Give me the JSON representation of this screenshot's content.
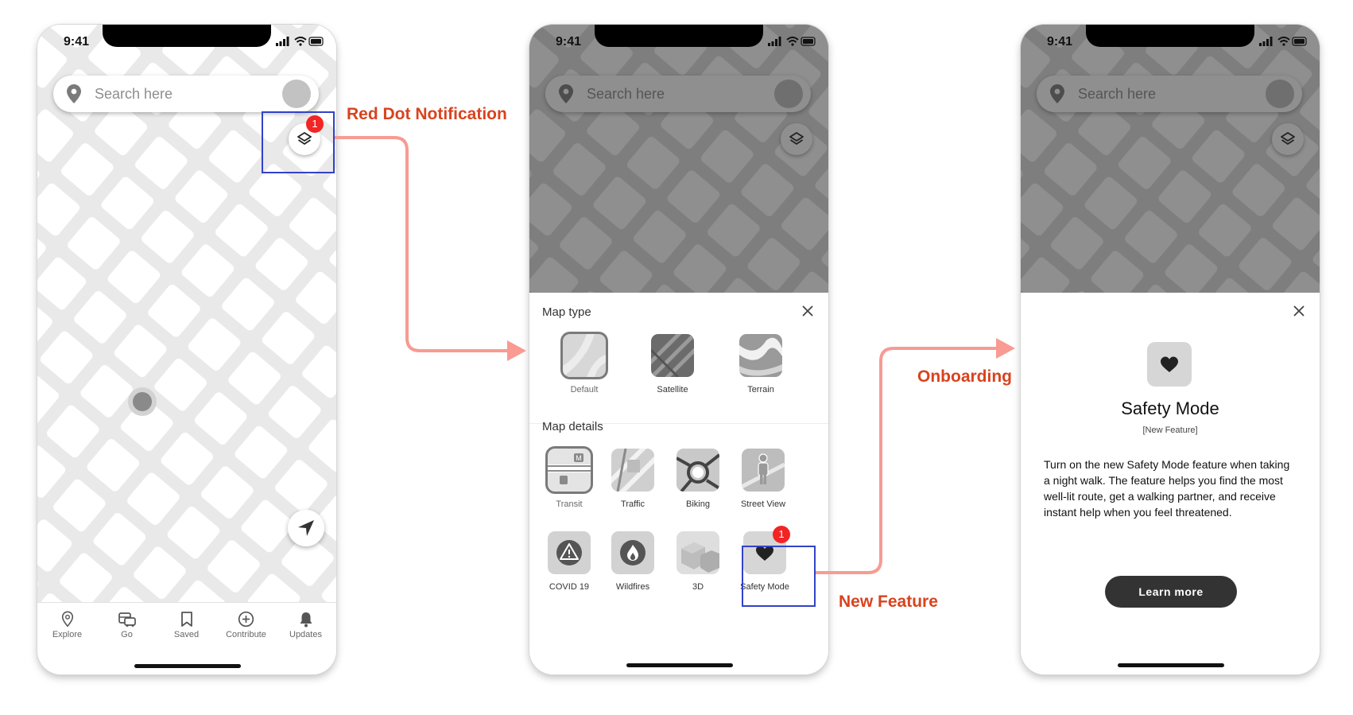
{
  "status_time": "9:41",
  "search": {
    "placeholder": "Search here"
  },
  "badge_count": "1",
  "tabs": [
    {
      "label": "Explore",
      "icon": "pin-icon"
    },
    {
      "label": "Go",
      "icon": "car-icon"
    },
    {
      "label": "Saved",
      "icon": "bookmark-icon"
    },
    {
      "label": "Contribute",
      "icon": "plus-circle-icon"
    },
    {
      "label": "Updates",
      "icon": "bell-icon"
    }
  ],
  "sheet": {
    "map_type_title": "Map type",
    "map_types": [
      {
        "label": "Default",
        "selected": true
      },
      {
        "label": "Satellite",
        "selected": false
      },
      {
        "label": "Terrain",
        "selected": false
      }
    ],
    "map_details_title": "Map details",
    "details_row1": [
      {
        "label": "Transit",
        "selected": true
      },
      {
        "label": "Traffic",
        "selected": false
      },
      {
        "label": "Biking",
        "selected": false
      },
      {
        "label": "Street View",
        "selected": false
      }
    ],
    "details_row2": [
      {
        "label": "COVID 19"
      },
      {
        "label": "Wildfires"
      },
      {
        "label": "3D"
      },
      {
        "label": "Safety Mode"
      }
    ]
  },
  "onboarding": {
    "title": "Safety Mode",
    "subtitle": "[New Feature]",
    "description": "Turn on the new Safety Mode feature when taking a night walk. The feature helps you find the most well-lit route, get a walking partner, and receive instant help when you feel threatened.",
    "button": "Learn more"
  },
  "annotations": {
    "red_dot": "Red Dot Notification",
    "new_feature": "New Feature",
    "onboarding": "Onboarding"
  },
  "colors": {
    "annotation": "#d9431e",
    "highlight": "#3242c8",
    "badge": "#f22424",
    "flow_arrow": "#f79b93",
    "dim_overlay": "#8f8f8f"
  }
}
